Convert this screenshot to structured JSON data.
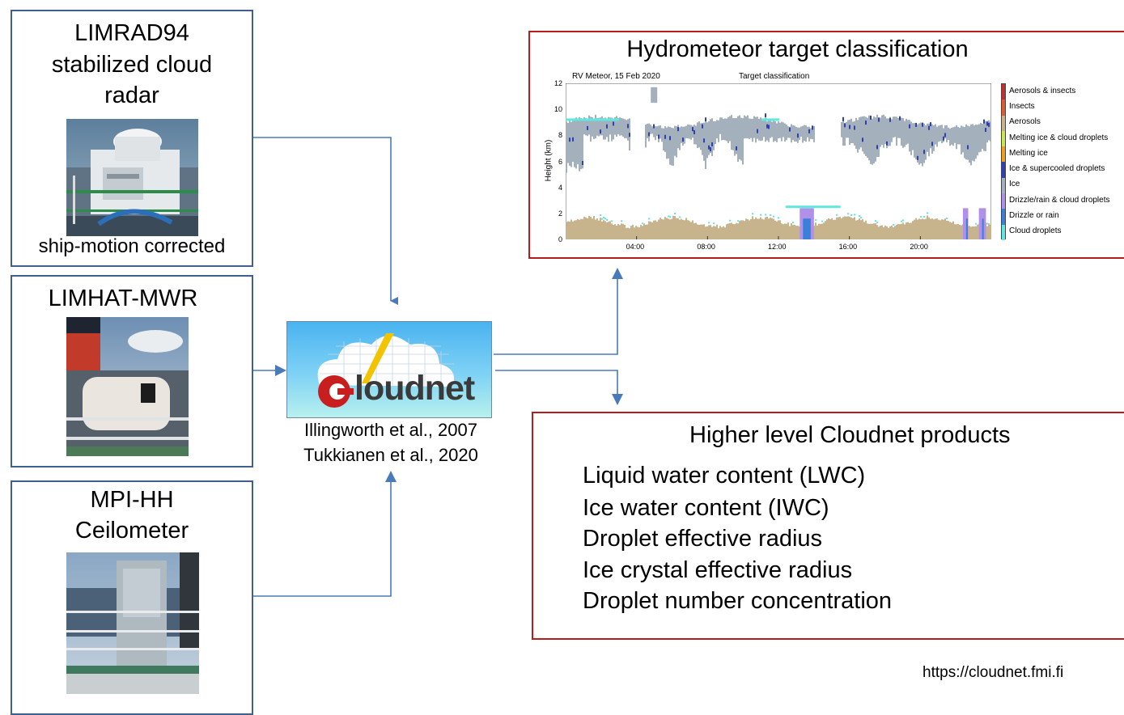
{
  "instruments": [
    {
      "title_lines": [
        "LIMRAD94",
        "stabilized cloud",
        "radar"
      ],
      "caption": "ship-motion corrected"
    },
    {
      "title_lines": [
        "LIMHAT-MWR"
      ],
      "caption": ""
    },
    {
      "title_lines": [
        "MPI-HH",
        "Ceilometer"
      ],
      "caption": ""
    }
  ],
  "center": {
    "logo_text": "loudnet",
    "refs": [
      "Illingworth et al., 2007",
      "Tukkianen et al., 2020"
    ]
  },
  "classification": {
    "title": "Hydrometeor target classification",
    "plot_caption": "RV Meteor, 15 Feb 2020",
    "plot_title": "Target classification"
  },
  "chart_data": {
    "type": "heatmap",
    "title": "Target classification",
    "ylabel": "Height (km)",
    "xlabel": "",
    "ylim": [
      0,
      12
    ],
    "y_ticks": [
      "0",
      "2",
      "4",
      "6",
      "8",
      "10",
      "12"
    ],
    "x_ticks": [
      "04:00",
      "08:00",
      "12:00",
      "16:00",
      "20:00"
    ],
    "x_tick_hours": [
      4,
      8,
      12,
      16,
      20
    ],
    "xlim_hours": [
      0,
      24
    ],
    "legend": [
      {
        "label": "Aerosols & insects",
        "color": "#c03030"
      },
      {
        "label": "Insects",
        "color": "#e05a30"
      },
      {
        "label": "Aerosols",
        "color": "#c8b48c"
      },
      {
        "label": "Melting ice & cloud droplets",
        "color": "#c8e650"
      },
      {
        "label": "Melting ice",
        "color": "#f0a020"
      },
      {
        "label": "Ice & supercooled droplets",
        "color": "#3040b0"
      },
      {
        "label": "Ice",
        "color": "#a4b0bc"
      },
      {
        "label": "Drizzle/rain & cloud droplets",
        "color": "#b090e8"
      },
      {
        "label": "Drizzle or rain",
        "color": "#3a80d8"
      },
      {
        "label": "Cloud droplets",
        "color": "#60e8e0"
      }
    ]
  },
  "products": {
    "title": "Higher level Cloudnet products",
    "items": [
      "Liquid water content (LWC)",
      "Ice water content (IWC)",
      "Droplet effective radius",
      "Ice crystal effective radius",
      "Droplet number concentration"
    ]
  },
  "url": "https://cloudnet.fmi.fi",
  "colors": {
    "input_border": "#3f5f8f",
    "output_border": "#b51c1c",
    "arrow": "#4a7ab8"
  }
}
